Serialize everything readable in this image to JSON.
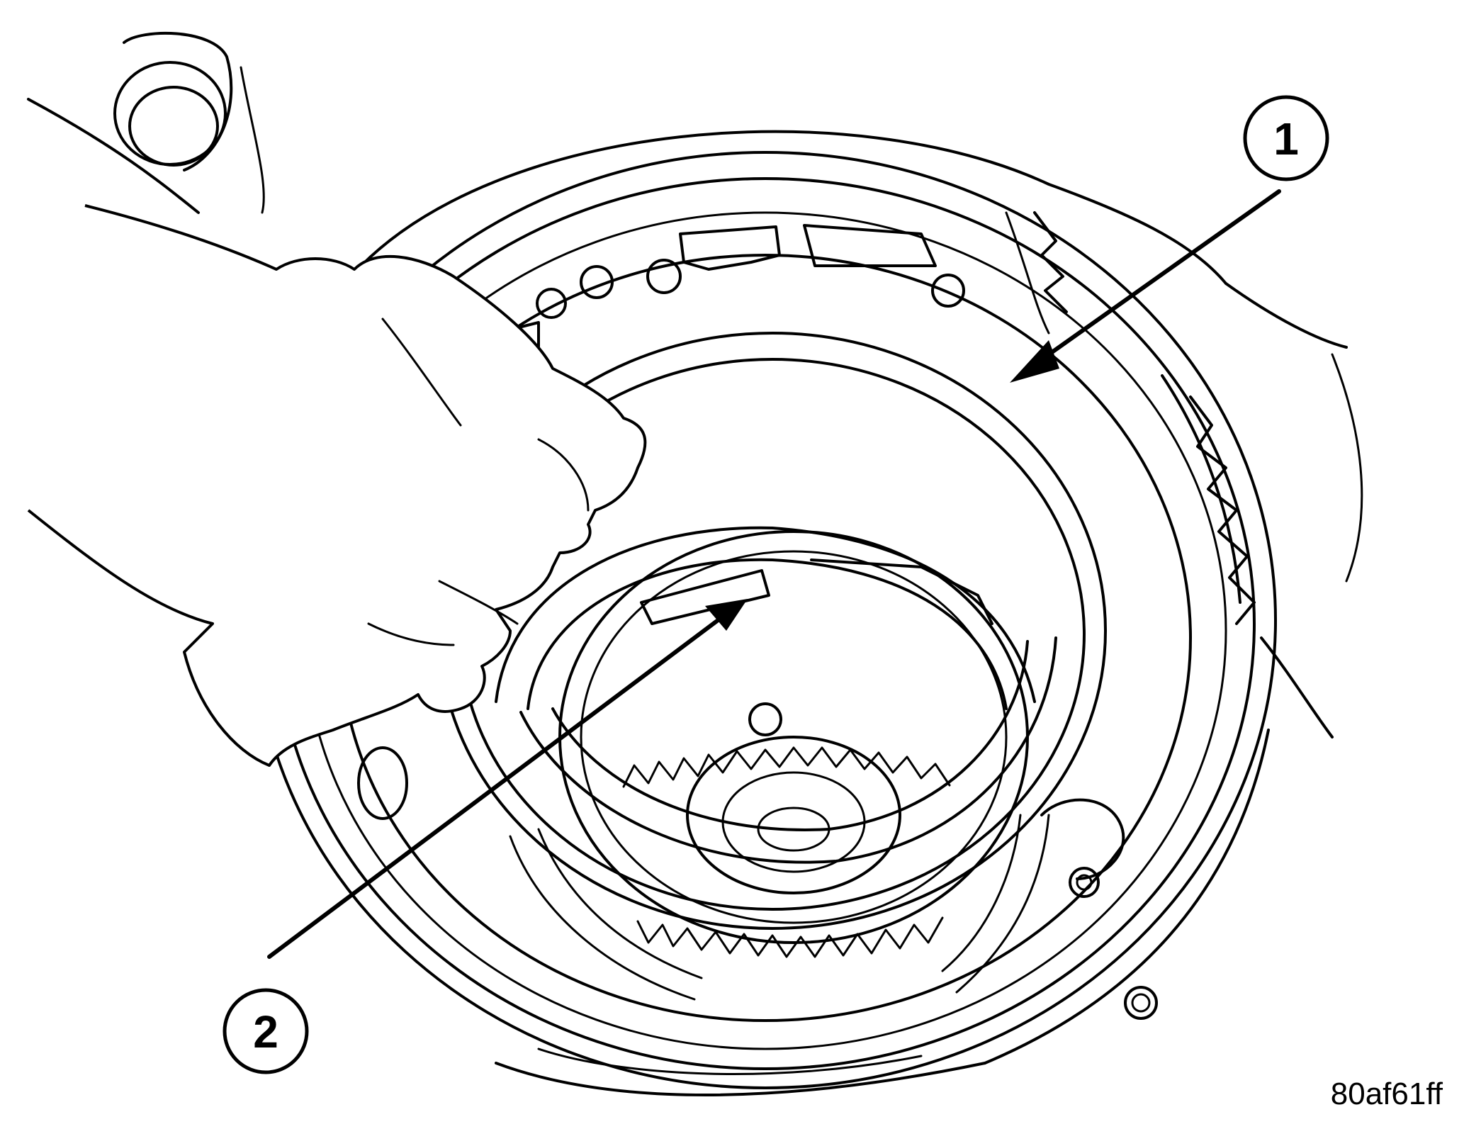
{
  "callouts": [
    {
      "label": "1"
    },
    {
      "label": "2"
    }
  ],
  "figure_id": "80af61ff"
}
